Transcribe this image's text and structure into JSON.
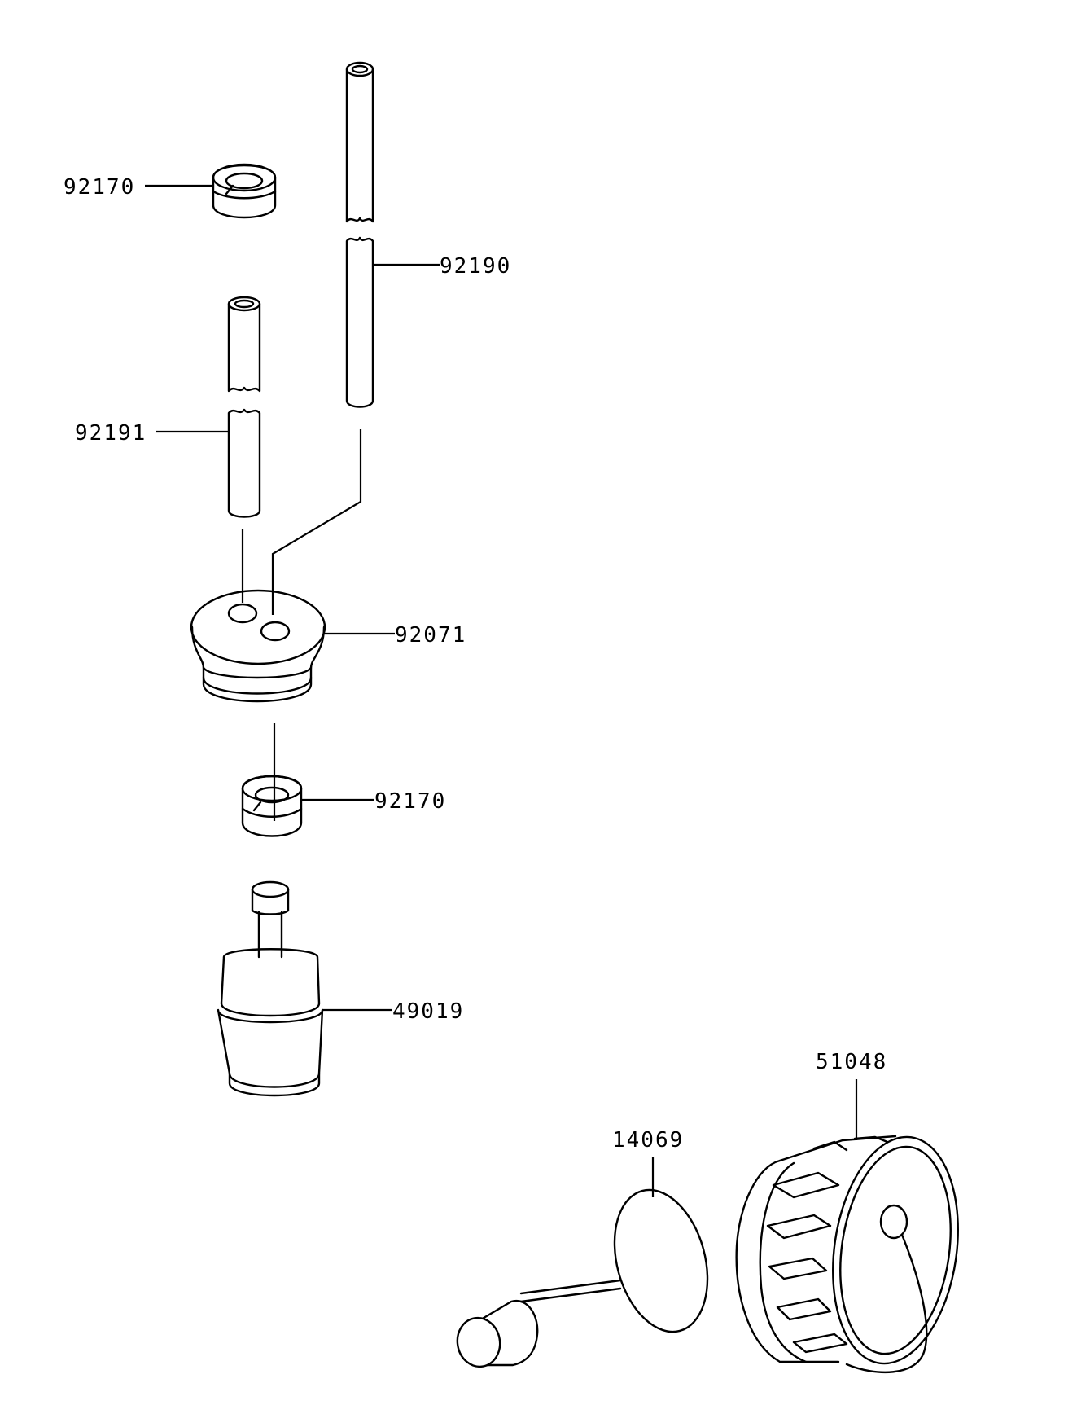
{
  "diagram": {
    "parts": [
      {
        "id": "grommet-ring-top",
        "number": "92170"
      },
      {
        "id": "long-hose",
        "number": "92190"
      },
      {
        "id": "short-hose",
        "number": "92191"
      },
      {
        "id": "tank-grommet",
        "number": "92071"
      },
      {
        "id": "grommet-ring-bottom",
        "number": "92170"
      },
      {
        "id": "fuel-filter",
        "number": "49019"
      },
      {
        "id": "cap-gasket",
        "number": "14069"
      },
      {
        "id": "fuel-cap",
        "number": "51048"
      }
    ]
  }
}
